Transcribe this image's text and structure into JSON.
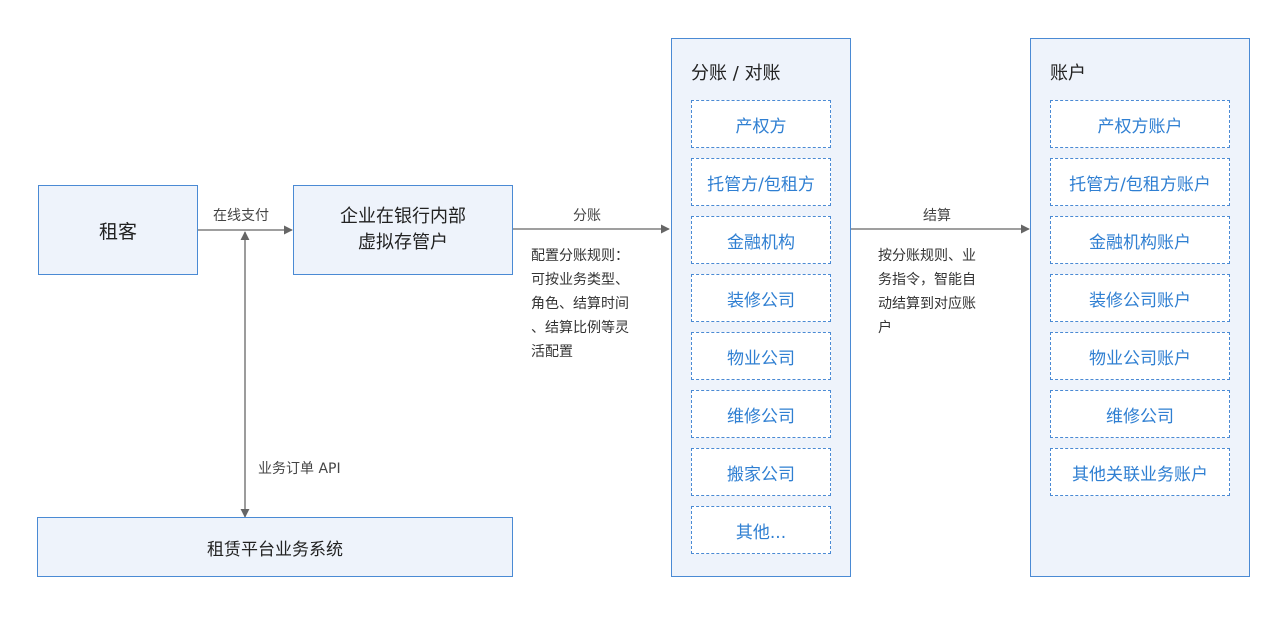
{
  "nodes": {
    "tenant": "租客",
    "virtual_account_line1": "企业在银行内部",
    "virtual_account_line2": "虚拟存管户",
    "platform": "租赁平台业务系统"
  },
  "edges": {
    "online_payment": "在线支付",
    "split": "分账",
    "settlement": "结算",
    "business_order_api": "业务订单 API"
  },
  "notes": {
    "split_rules": "配置分账规则：\n可按业务类型、\n角色、结算时间\n、结算比例等灵\n活配置",
    "settlement_rules": "按分账规则、业\n务指令，智能自\n动结算到对应账\n户"
  },
  "split_panel": {
    "title": "分账 / 对账",
    "items": [
      "产权方",
      "托管方/包租方",
      "金融机构",
      "装修公司",
      "物业公司",
      "维修公司",
      "搬家公司",
      "其他..."
    ]
  },
  "accounts_panel": {
    "title": "账户",
    "items": [
      "产权方账户",
      "托管方/包租方账户",
      "金融机构账户",
      "装修公司账户",
      "物业公司账户",
      "维修公司",
      "其他关联业务账户"
    ]
  },
  "colors": {
    "box_fill": "#eef3fb",
    "box_border": "#4a8ad4",
    "item_text": "#2f7fd2",
    "arrow": "#666666"
  }
}
